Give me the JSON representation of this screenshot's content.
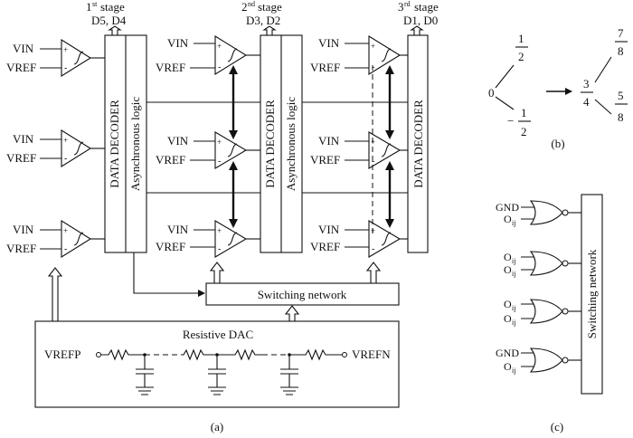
{
  "stages": {
    "s1": {
      "num": "1",
      "sup": "st",
      "word": "stage",
      "bits": "D5, D4"
    },
    "s2": {
      "num": "2",
      "sup": "nd",
      "word": "stage",
      "bits": "D3, D2"
    },
    "s3": {
      "num": "3",
      "sup": "rd",
      "word": "stage",
      "bits": "D1, D0"
    }
  },
  "labels": {
    "vin": "VIN",
    "vref": "VREF",
    "data_decoder": "DATA DECODER",
    "async_logic": "Asynchronous logic",
    "switching_network": "Switching network",
    "resistive_dac": "Resistive DAC",
    "vrefp": "VREFP",
    "vrefn": "VREFN",
    "plus": "+",
    "minus": "-",
    "gnd": "GND",
    "o": "O",
    "ij": "ij"
  },
  "captions": {
    "a": "(a)",
    "b": "(b)",
    "c": "(c)"
  },
  "tree": {
    "root": "0",
    "upper_num": "1",
    "upper_den": "2",
    "lower_sign": "−",
    "lower_num": "1",
    "lower_den": "2",
    "mid_num": "3",
    "mid_den": "4",
    "top_num": "7",
    "top_den": "8",
    "bot_num": "5",
    "bot_den": "8"
  }
}
